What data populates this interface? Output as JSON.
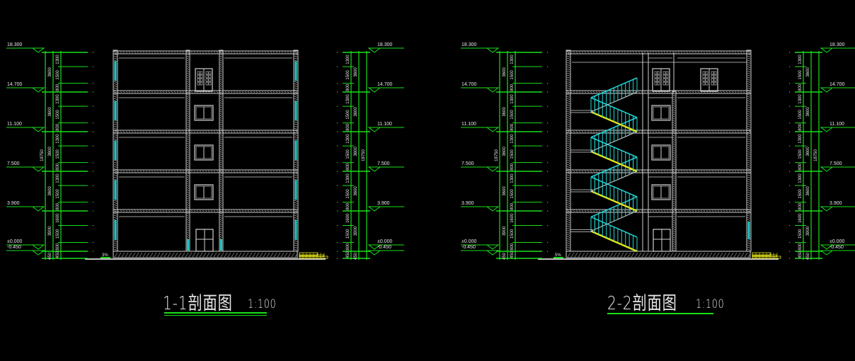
{
  "colors": {
    "background": "#000000",
    "dimension": "#19e019",
    "wall": "#cfcfcf",
    "glass": "#19c7c7",
    "railing": "#22d6d6",
    "stair_tread": "#e6e619",
    "text": "#e8e8e8"
  },
  "sections": [
    {
      "id": "1-1",
      "title": "1-1剖面图",
      "scale": "1:100",
      "has_stair": false,
      "levels": [
        "18.300",
        "14.700",
        "11.100",
        "7.500",
        "3.900",
        "±0.000",
        "-0.450"
      ],
      "total_height": "18750",
      "floor_heights": [
        "3600",
        "3600",
        "3600",
        "3600",
        "3900"
      ],
      "base_height": "450",
      "left_detail": [
        "1300",
        "1500",
        "800",
        "1300",
        "1500",
        "800",
        "1300",
        "1500",
        "800",
        "1300",
        "1500",
        "800",
        "1600",
        "1500",
        "800",
        "450"
      ],
      "right_detail": [
        "1300",
        "1500",
        "800",
        "1300",
        "1500",
        "800",
        "1300",
        "1500",
        "800",
        "1300",
        "1500",
        "800",
        "1600",
        "1500",
        "800",
        "450"
      ],
      "slope_label": "3%"
    },
    {
      "id": "2-2",
      "title": "2-2剖面图",
      "scale": "1:100",
      "has_stair": true,
      "levels": [
        "18.300",
        "14.700",
        "11.100",
        "7.500",
        "3.900",
        "±0.000",
        "-0.450"
      ],
      "total_height": "18750",
      "floor_heights": [
        "3600",
        "3600",
        "3600",
        "3600",
        "3900"
      ],
      "base_height": "450",
      "left_detail": [
        "1300",
        "1500",
        "800",
        "1300",
        "1500",
        "800",
        "1300",
        "1500",
        "800",
        "1300",
        "1500",
        "800",
        "1600",
        "1500",
        "800",
        "450"
      ],
      "right_detail": [
        "1300",
        "1500",
        "800",
        "1300",
        "1500",
        "800",
        "1300",
        "1500",
        "800",
        "1300",
        "1500",
        "800",
        "1600",
        "1500",
        "800",
        "450"
      ],
      "slope_label": "5%"
    }
  ]
}
